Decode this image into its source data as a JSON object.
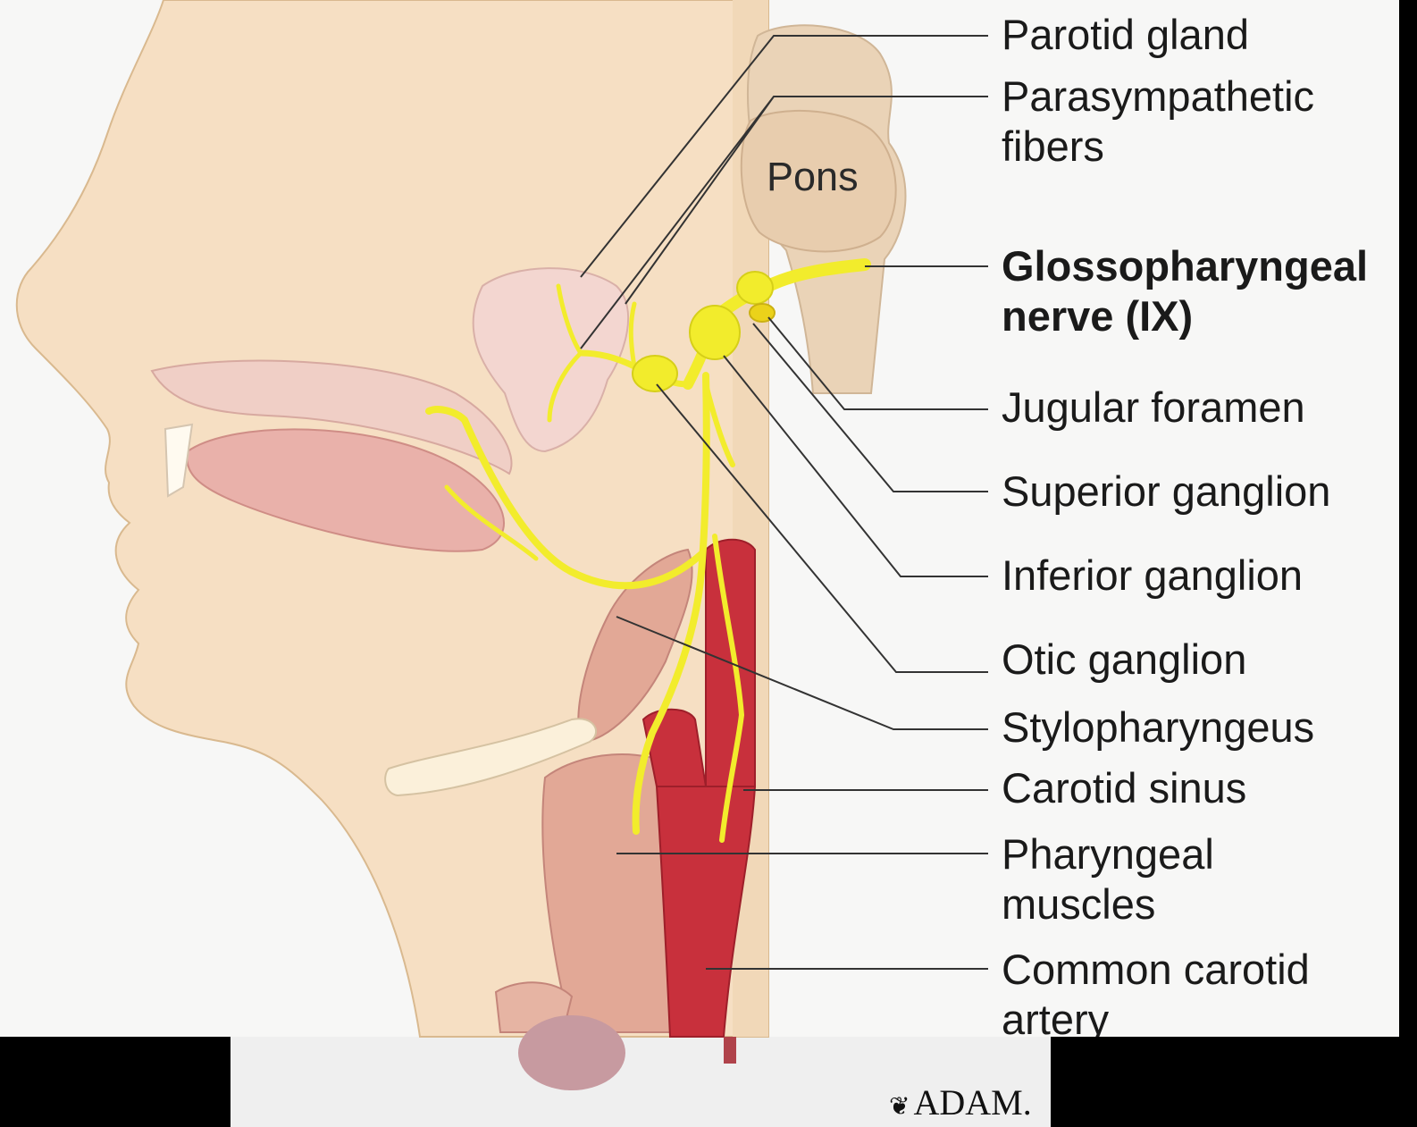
{
  "diagram": {
    "labels": [
      {
        "id": "parotid-gland",
        "text": "Parotid gland",
        "bold": false
      },
      {
        "id": "parasympathetic-fibers",
        "text": "Parasympathetic\nfibers",
        "bold": false
      },
      {
        "id": "glossopharyngeal-nerve",
        "text": "Glossopharyngeal\nnerve (IX)",
        "bold": true
      },
      {
        "id": "jugular-foramen",
        "text": "Jugular foramen",
        "bold": false
      },
      {
        "id": "superior-ganglion",
        "text": "Superior ganglion",
        "bold": false
      },
      {
        "id": "inferior-ganglion",
        "text": "Inferior ganglion",
        "bold": false
      },
      {
        "id": "otic-ganglion",
        "text": "Otic ganglion",
        "bold": false
      },
      {
        "id": "stylopharyngeus",
        "text": "Stylopharyngeus",
        "bold": false
      },
      {
        "id": "carotid-sinus",
        "text": "Carotid sinus",
        "bold": false
      },
      {
        "id": "pharyngeal-muscles",
        "text": "Pharyngeal\nmuscles",
        "bold": false
      },
      {
        "id": "common-carotid-artery",
        "text": "Common carotid\nartery",
        "bold": false
      }
    ],
    "inline_label": "Pons",
    "logo": "ADAM.",
    "colors": {
      "skin": "#f6dfc3",
      "nerve": "#f2ec2c",
      "artery": "#c8303c",
      "muscle": "#e2a896",
      "brainstem": "#ead3b7",
      "page": "#f7f7f6",
      "leader": "#333333"
    }
  }
}
